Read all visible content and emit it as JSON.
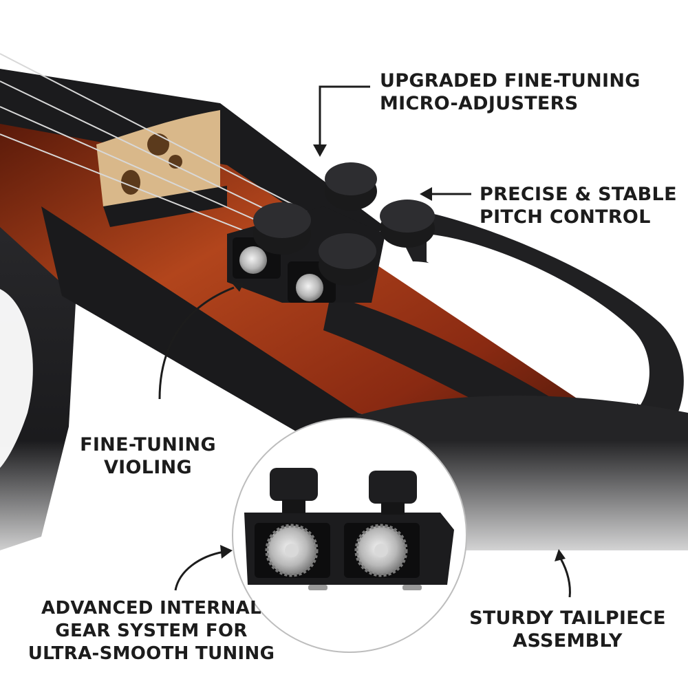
{
  "callouts": {
    "upgraded": [
      "UPGRADED FINE-TUNING",
      "MICRO-ADJUSTERS"
    ],
    "precise": [
      "PRECISE & STABLE",
      "PITCH CONTROL"
    ],
    "violing": [
      "FINE-TUNING",
      "VIOLING"
    ],
    "gear": [
      "ADVANCED INTERNAL",
      "GEAR SYSTEM FOR",
      "ULTRA-SMOOTH TUNING"
    ],
    "sturdy": [
      "STURDY TAILPIECE",
      "ASSEMBLY"
    ]
  },
  "colors": {
    "background": "#ffffff",
    "body_black": "#1e1e20",
    "wood_dark": "#3a1208",
    "wood_mid": "#8a2a12",
    "wood_light": "#b2451c",
    "bridge_maple": "#d9b88a",
    "gear_steel": "#b8b8b8",
    "text": "#1c1c1c"
  }
}
